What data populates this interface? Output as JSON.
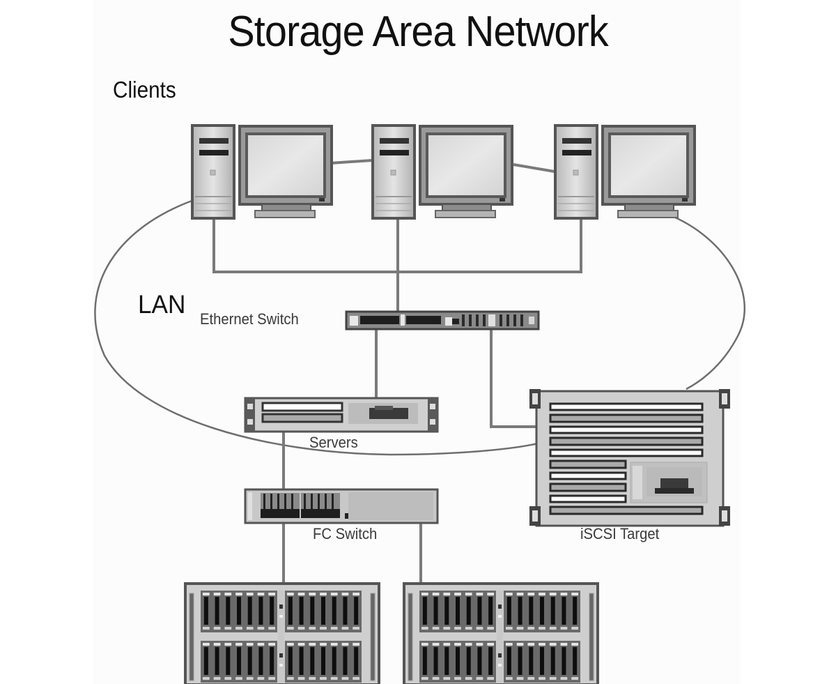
{
  "title": "Storage Area Network",
  "labels": {
    "clients": "Clients",
    "lan": "LAN",
    "ethernet_switch": "Ethernet Switch",
    "servers": "Servers",
    "fc_switch": "FC Switch",
    "iscsi_target": "iSCSI Target"
  },
  "nodes": [
    {
      "id": "client-1",
      "type": "workstation",
      "group": "Clients"
    },
    {
      "id": "client-2",
      "type": "workstation",
      "group": "Clients"
    },
    {
      "id": "client-3",
      "type": "workstation",
      "group": "Clients"
    },
    {
      "id": "ethernet-switch",
      "type": "switch",
      "label": "Ethernet Switch"
    },
    {
      "id": "servers",
      "type": "rack-server",
      "label": "Servers"
    },
    {
      "id": "fc-switch",
      "type": "switch",
      "label": "FC Switch"
    },
    {
      "id": "iscsi-target",
      "type": "storage",
      "label": "iSCSI Target"
    },
    {
      "id": "disk-array-1",
      "type": "disk-array"
    },
    {
      "id": "disk-array-2",
      "type": "disk-array"
    }
  ],
  "edges": [
    {
      "from": "client-1",
      "to": "client-2"
    },
    {
      "from": "client-2",
      "to": "client-3"
    },
    {
      "from": "client-1",
      "to": "ethernet-switch"
    },
    {
      "from": "client-2",
      "to": "ethernet-switch"
    },
    {
      "from": "client-3",
      "to": "ethernet-switch"
    },
    {
      "from": "ethernet-switch",
      "to": "servers"
    },
    {
      "from": "ethernet-switch",
      "to": "iscsi-target"
    },
    {
      "from": "servers",
      "to": "fc-switch"
    },
    {
      "from": "fc-switch",
      "to": "disk-array-1"
    },
    {
      "from": "fc-switch",
      "to": "disk-array-2"
    }
  ],
  "regions": [
    {
      "id": "lan",
      "label": "LAN",
      "shape": "ellipse"
    }
  ],
  "colors": {
    "line": "#7a7a7a",
    "device_dark": "#3c3c3c",
    "device_mid": "#9a9a9a",
    "device_light": "#d6d6d6",
    "screen": "#dedede",
    "background": "#ffffff"
  }
}
